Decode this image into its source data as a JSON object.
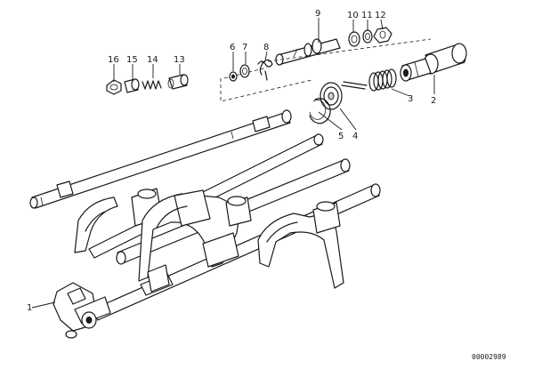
{
  "diagram": {
    "reference_number": "00002989",
    "callouts": {
      "c1": "1",
      "c2": "2",
      "c3": "3",
      "c4": "4",
      "c5": "5",
      "c6": "6",
      "c7": "7",
      "c8": "8",
      "c9": "9",
      "c10": "10",
      "c11": "11",
      "c12": "12",
      "c13": "13",
      "c14": "14",
      "c15": "15",
      "c16": "16"
    }
  }
}
